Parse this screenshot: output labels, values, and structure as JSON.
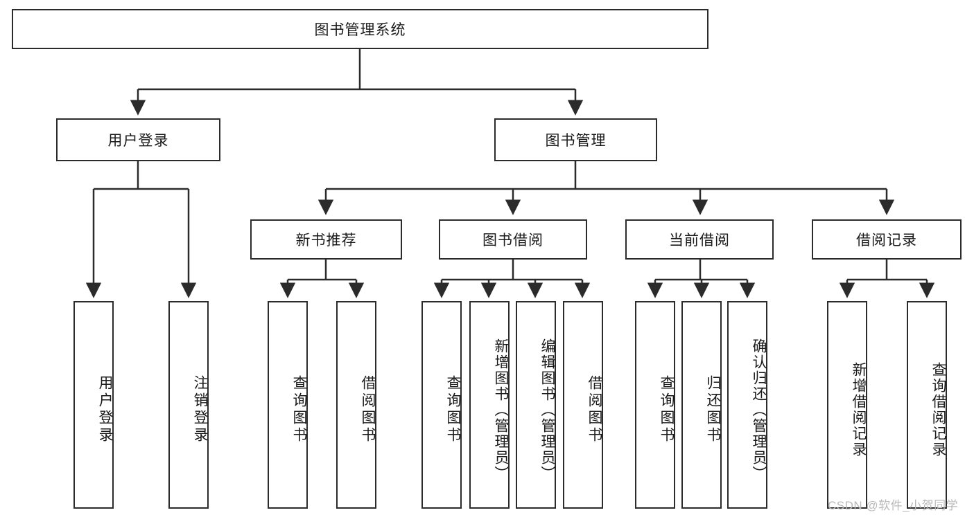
{
  "diagram": {
    "type": "tree-hierarchy",
    "title": "图书管理系统",
    "root": {
      "id": "root",
      "label": "图书管理系统"
    },
    "level2": [
      {
        "id": "user-login",
        "label": "用户登录"
      },
      {
        "id": "book-manage",
        "label": "图书管理"
      }
    ],
    "level3": [
      {
        "id": "new-book-rec",
        "label": "新书推荐",
        "parent": "book-manage"
      },
      {
        "id": "book-borrow",
        "label": "图书借阅",
        "parent": "book-manage"
      },
      {
        "id": "current-borrow",
        "label": "当前借阅",
        "parent": "book-manage"
      },
      {
        "id": "borrow-record",
        "label": "借阅记录",
        "parent": "book-manage"
      }
    ],
    "leaves": [
      {
        "id": "leaf-user-login",
        "label": "用户登录",
        "parent": "user-login"
      },
      {
        "id": "leaf-user-logout",
        "label": "注销登录",
        "parent": "user-login"
      },
      {
        "id": "leaf-query-book-1",
        "label": "查询图书",
        "parent": "new-book-rec"
      },
      {
        "id": "leaf-borrow-book-1",
        "label": "借阅图书",
        "parent": "new-book-rec"
      },
      {
        "id": "leaf-query-book-2",
        "label": "查询图书",
        "parent": "book-borrow"
      },
      {
        "id": "leaf-add-book",
        "label": "新增图书（管理员）",
        "parent": "book-borrow"
      },
      {
        "id": "leaf-edit-book",
        "label": "编辑图书（管理员）",
        "parent": "book-borrow"
      },
      {
        "id": "leaf-borrow-book-2",
        "label": "借阅图书",
        "parent": "book-borrow"
      },
      {
        "id": "leaf-query-book-3",
        "label": "查询图书",
        "parent": "current-borrow"
      },
      {
        "id": "leaf-return-book",
        "label": "归还图书",
        "parent": "current-borrow"
      },
      {
        "id": "leaf-confirm-return",
        "label": "确认归还（管理员）",
        "parent": "current-borrow"
      },
      {
        "id": "leaf-add-record",
        "label": "新增借阅记录",
        "parent": "borrow-record"
      },
      {
        "id": "leaf-query-record",
        "label": "查询借阅记录",
        "parent": "borrow-record"
      }
    ],
    "watermark": "CSDN @软件_小贺同学",
    "colors": {
      "stroke": "#2b2b2b",
      "fill": "#ffffff",
      "text": "#1a1a1a",
      "watermark": "#b9b9b9"
    }
  }
}
